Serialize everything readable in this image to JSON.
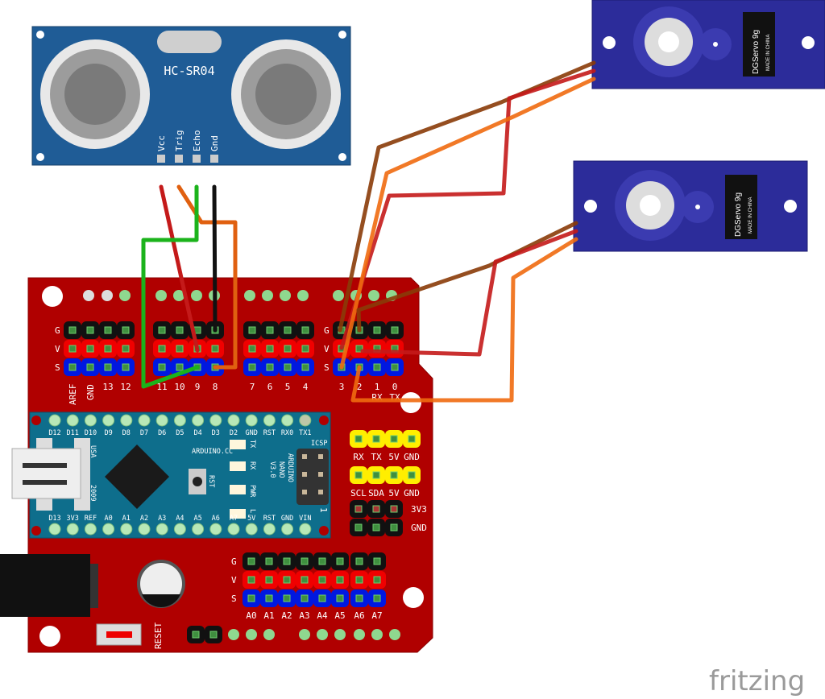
{
  "sensor": {
    "name": "HC-SR04",
    "pins": [
      "Vcc",
      "Trig",
      "Echo",
      "Gnd"
    ]
  },
  "shield": {
    "row_labels": [
      "G",
      "V",
      "S"
    ],
    "digital_labels": [
      "AREF",
      "GND",
      "13",
      "12",
      "11",
      "10",
      "9",
      "8",
      "7",
      "6",
      "5",
      "4",
      "3",
      "2",
      "1",
      "0"
    ],
    "rx_tx": [
      "RX",
      "TX"
    ],
    "uart_labels": [
      "RX",
      "TX",
      "5V",
      "GND"
    ],
    "i2c_labels": [
      "SCL",
      "SDA",
      "5V",
      "GND"
    ],
    "power_labels": [
      "3V3",
      "GND"
    ],
    "analog_labels": [
      "A0",
      "A1",
      "A2",
      "A3",
      "A4",
      "A5",
      "A6",
      "A7"
    ],
    "reset_label": "RESET"
  },
  "nano": {
    "top_pins": [
      "D12",
      "D11",
      "D10",
      "D9",
      "D8",
      "D7",
      "D6",
      "D5",
      "D4",
      "D3",
      "D2",
      "GND",
      "RST",
      "RX0",
      "TX1"
    ],
    "bottom_pins": [
      "D13",
      "3V3",
      "REF",
      "A0",
      "A1",
      "A2",
      "A3",
      "A4",
      "A5",
      "A6",
      "A7",
      "5V",
      "RST",
      "GND",
      "VIN"
    ],
    "site": "ARDUINO.CC",
    "model": [
      "ARDUINO",
      "NANO",
      "V3.0"
    ],
    "leds": [
      "TX",
      "RX",
      "PWR",
      "L"
    ],
    "rst": "RST",
    "icsp": "ICSP",
    "icsp_pin1": "1",
    "usa": "USA",
    "year": "2009"
  },
  "servos": [
    {
      "model": "DGServo 9g",
      "origin": "MADE IN CHINA"
    },
    {
      "model": "DGServo 9g",
      "origin": "MADE IN CHINA"
    }
  ],
  "logo": "fritzing",
  "colors": {
    "shield": "#b00000",
    "nano": "#0e6e8c",
    "sensor": "#1f5c96",
    "servo": "#2c2c9a"
  }
}
